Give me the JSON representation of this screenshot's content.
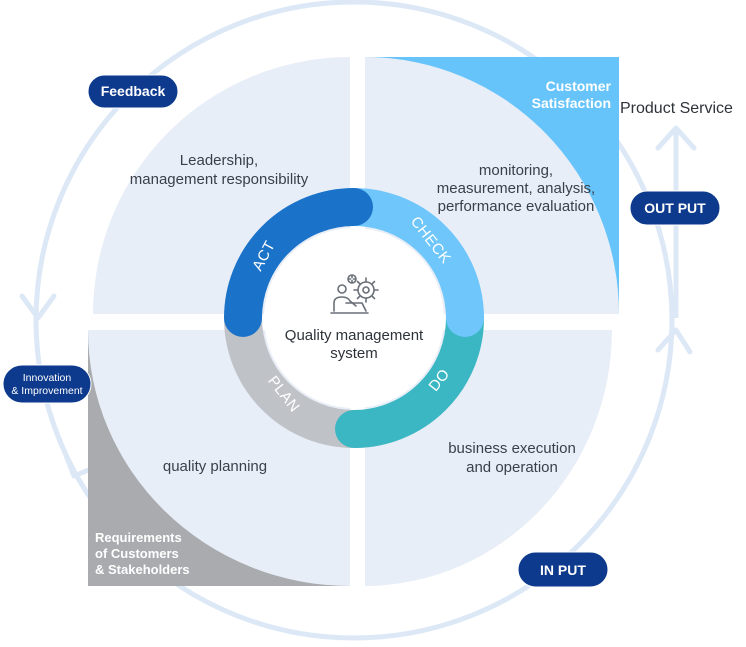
{
  "center": {
    "line1": "Quality management",
    "line2": "system"
  },
  "cycle": {
    "act": "ACT",
    "check": "CHECK",
    "do": "DO",
    "plan": "PLAN"
  },
  "quadrants": {
    "top_left": {
      "line1": "Leadership,",
      "line2": "management responsibility"
    },
    "top_right": {
      "line1": "monitoring,",
      "line2": "measurement, analysis,",
      "line3": "performance evaluation"
    },
    "bottom_left": {
      "line1": "quality planning"
    },
    "bottom_right": {
      "line1": "business execution",
      "line2": "and operation"
    }
  },
  "corners": {
    "customer_satisfaction": {
      "line1": "Customer",
      "line2": "Satisfaction"
    },
    "requirements": {
      "line1": "Requirements",
      "line2": "of Customers",
      "line3": "& Stakeholders"
    }
  },
  "pills": {
    "feedback": "Feedback",
    "innovation_line1": "Innovation",
    "innovation_line2": "& Improvement",
    "output": "OUT PUT",
    "input": "IN PUT"
  },
  "product_service": "Product Service",
  "colors": {
    "quadrant_bg": "#e8eef7",
    "outer_ring": "#d9e6f5",
    "navy": "#0d3a8c",
    "act": "#1a72c9",
    "check": "#6ec6fa",
    "do": "#3bb7c3",
    "plan": "#bfc2c6",
    "customer_corner": "#67c4fb",
    "requirements_corner": "#a9abae"
  },
  "icons": [
    "gear-person-icon"
  ]
}
